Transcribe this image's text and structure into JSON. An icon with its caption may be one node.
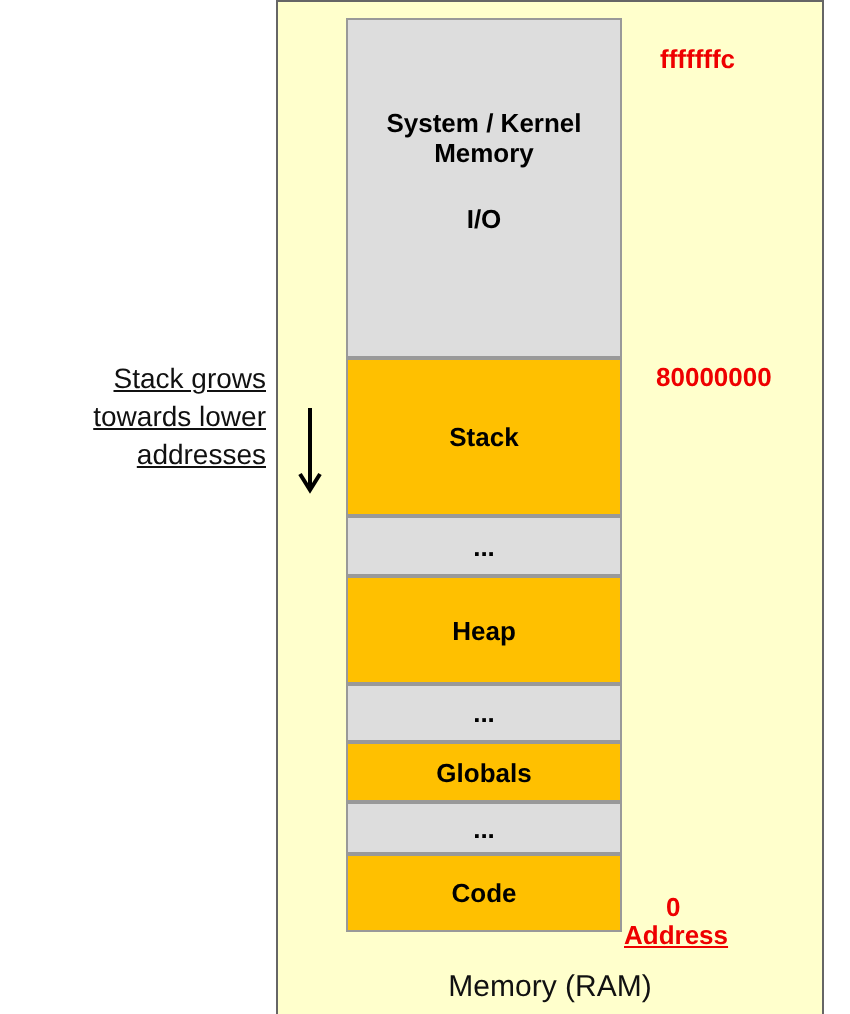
{
  "diagram": {
    "nodes": [
      {
        "text": [
          "Memory (RAM)"
        ]
      },
      {
        "text": [
          "System / Kernel Memory",
          "I/O"
        ],
        "in": 0
      },
      {
        "text": [
          "Stack"
        ],
        "in": 0
      },
      {
        "text": [
          "..."
        ],
        "in": 0
      },
      {
        "text": [
          "Heap"
        ],
        "in": 0
      },
      {
        "text": [
          "..."
        ],
        "in": 0
      },
      {
        "text": [
          "Globals"
        ],
        "in": 0
      },
      {
        "text": [
          "..."
        ],
        "in": 0
      },
      {
        "text": [
          "Code"
        ],
        "in": 0
      }
    ],
    "edges": [],
    "labels": [
      "fffffffc",
      "Stack grows towards lower addresses",
      "80000000",
      "0",
      "Address"
    ]
  }
}
